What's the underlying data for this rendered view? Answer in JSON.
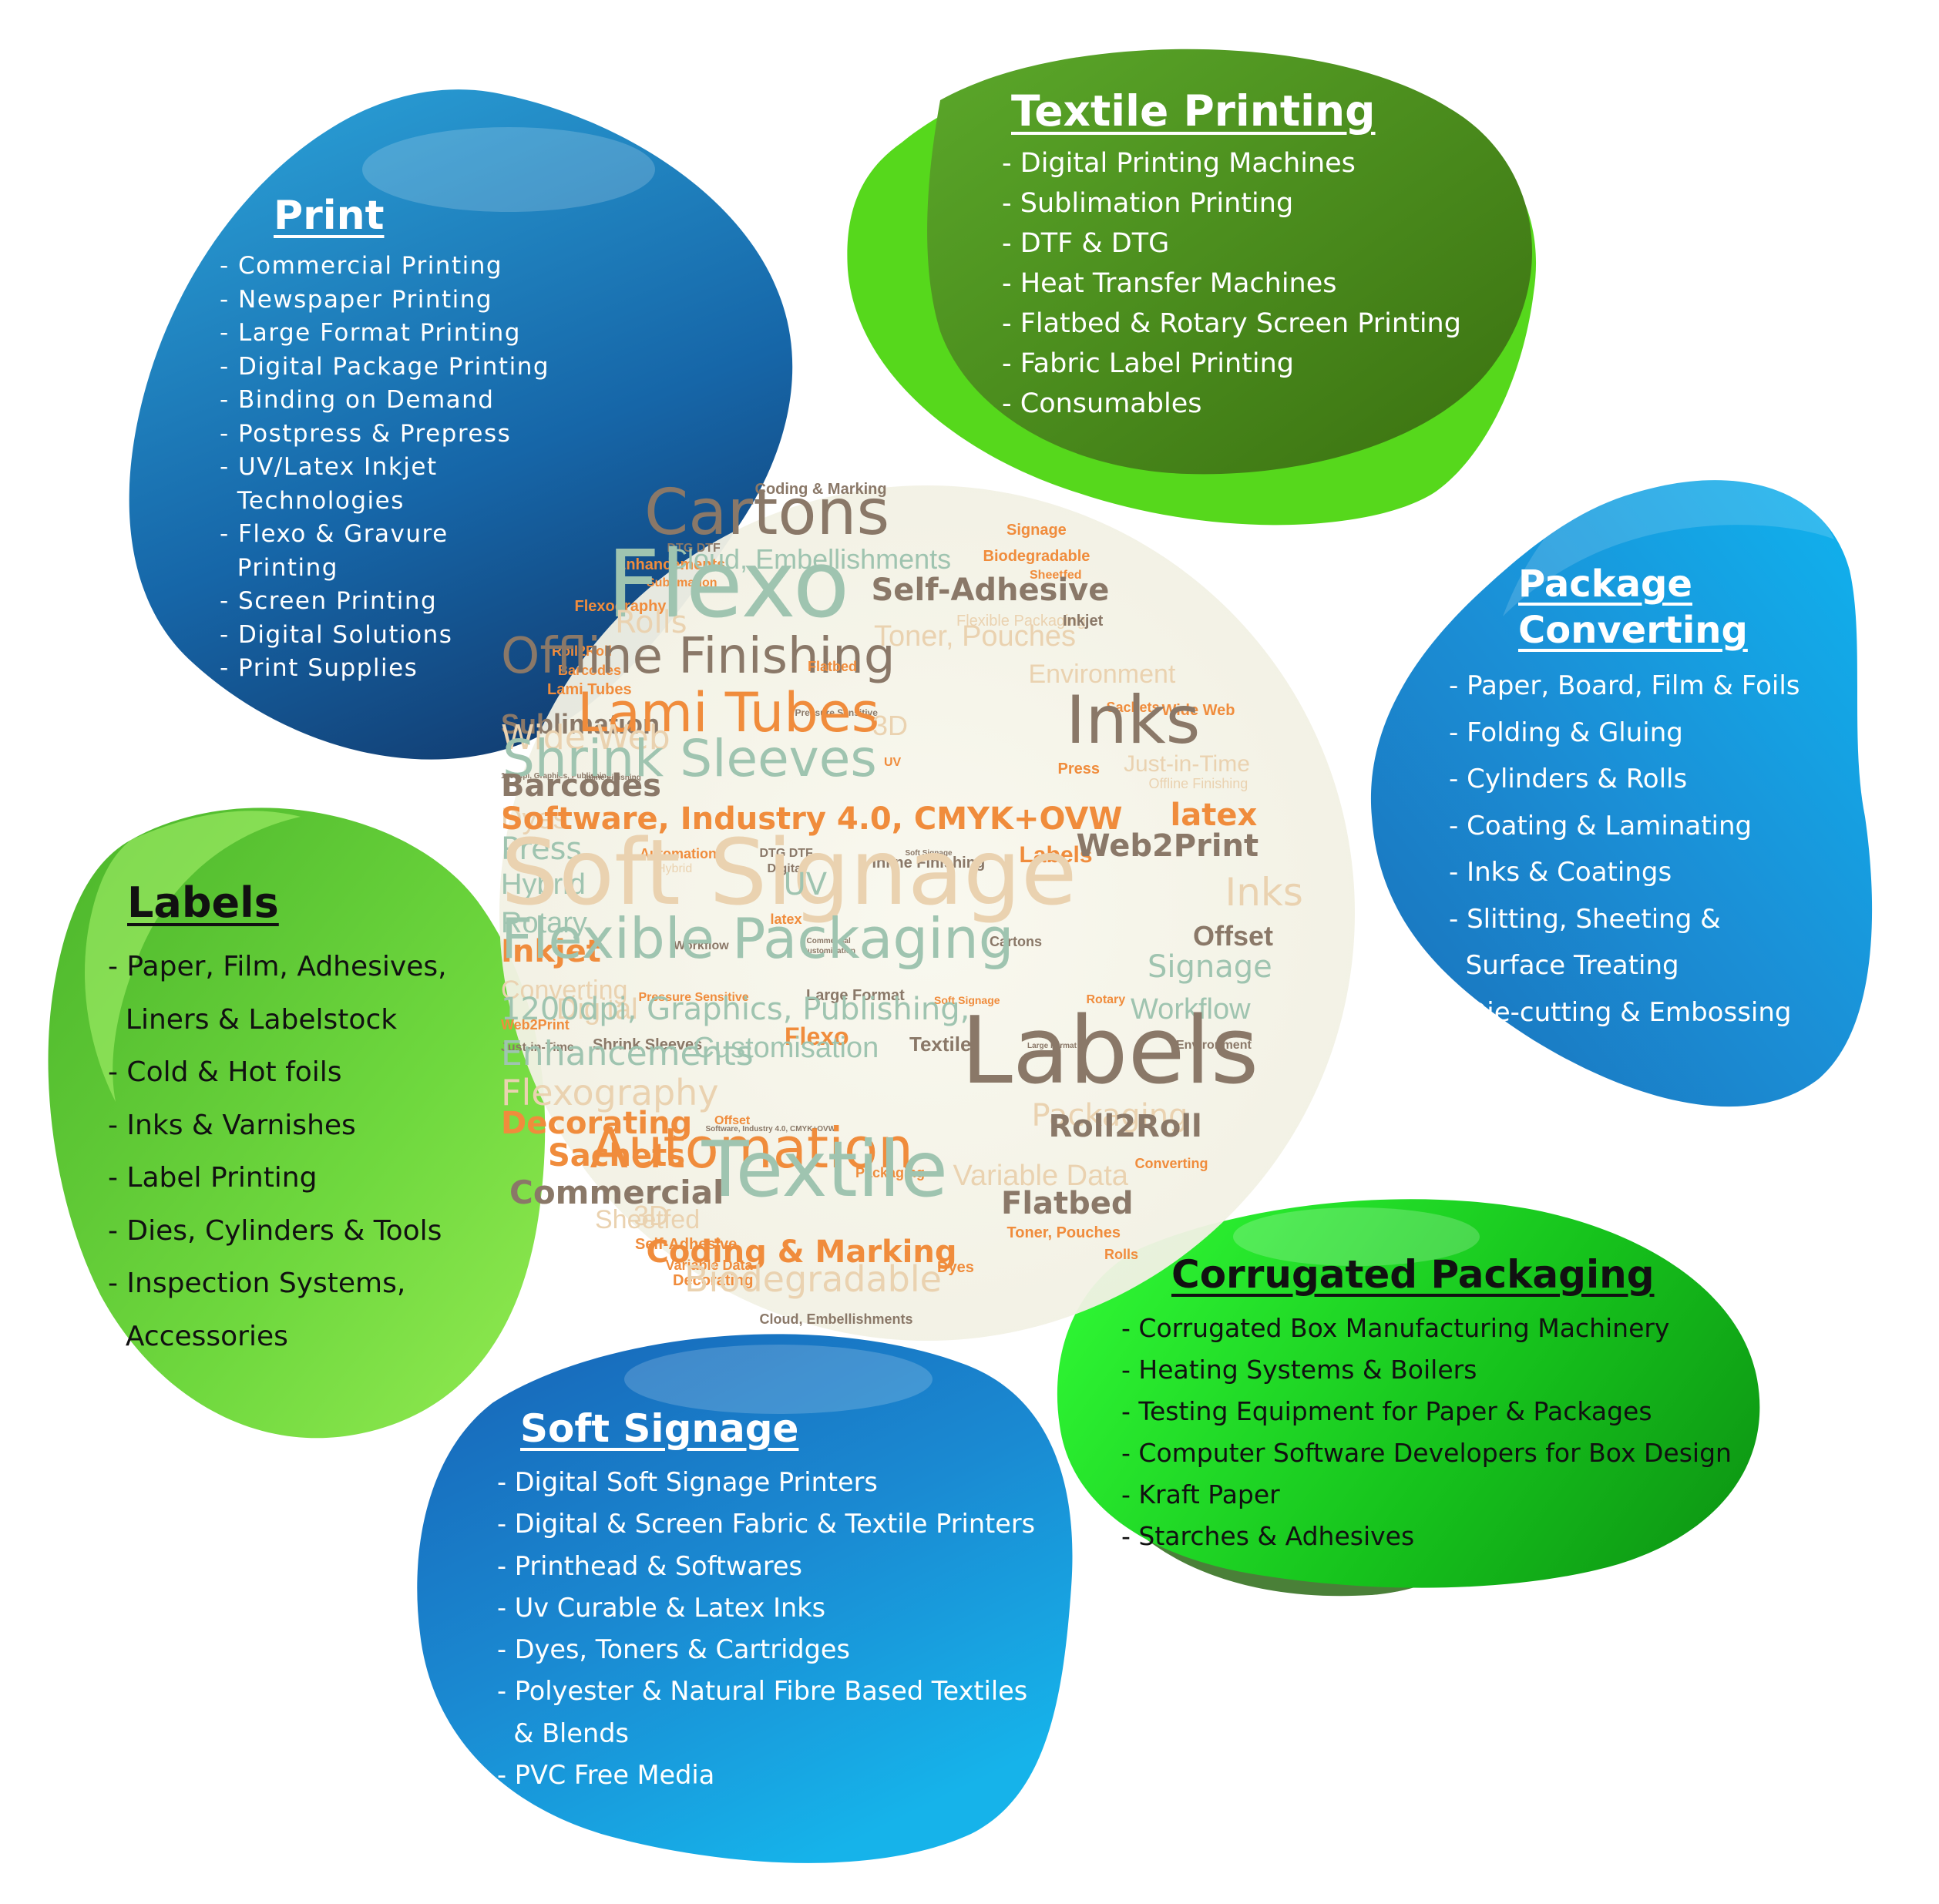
{
  "colors": {
    "blue_light": "#36b5e6",
    "blue_mid": "#1a7fc4",
    "blue_dark": "#14467a",
    "green_light": "#8ee846",
    "green_bright": "#2fe236",
    "green_dark": "#3f7d14",
    "cloud_bg": "#f7f6ec",
    "word_green": "#9fc4b0",
    "word_orange": "#f08c3c",
    "word_brown": "#8a7868",
    "word_tan": "#ead2b0"
  },
  "panels": {
    "print": {
      "title": "Print",
      "items": [
        "- Commercial Printing",
        "- Newspaper Printing",
        "- Large Format Printing",
        "- Digital Package Printing",
        "- Binding on Demand",
        "- Postpress & Prepress",
        "- UV/Latex Inkjet",
        "  Technologies",
        "- Flexo & Gravure",
        "  Printing",
        "- Screen Printing",
        "- Digital Solutions",
        "- Print Supplies"
      ]
    },
    "textile": {
      "title": "Textile Printing",
      "items": [
        "- Digital Printing Machines",
        "- Sublimation Printing",
        "- DTF & DTG",
        "- Heat Transfer Machines",
        "- Flatbed & Rotary Screen Printing",
        "- Fabric Label Printing",
        "- Consumables"
      ]
    },
    "package": {
      "title_line1": "Package",
      "title_line2": "Converting",
      "items": [
        "- Paper, Board, Film & Foils",
        "- Folding & Gluing",
        "- Cylinders & Rolls",
        "- Coating & Laminating",
        "- Inks & Coatings",
        "- Slitting, Sheeting &",
        "  Surface Treating",
        "- Die-cutting & Embossing"
      ]
    },
    "labels": {
      "title": "Labels",
      "items": [
        "- Paper, Film, Adhesives,",
        "  Liners & Labelstock",
        "- Cold & Hot foils",
        "- Inks & Varnishes",
        "- Label Printing",
        "- Dies, Cylinders & Tools",
        "- Inspection Systems,",
        "  Accessories"
      ]
    },
    "corrugated": {
      "title": "Corrugated Packaging",
      "items": [
        "- Corrugated Box Manufacturing Machinery",
        "- Heating Systems & Boilers",
        "- Testing Equipment for Paper & Packages",
        "- Computer Software Developers for Box Design",
        "- Kraft Paper",
        "- Starches & Adhesives"
      ]
    },
    "soft": {
      "title": "Soft Signage",
      "items": [
        "- Digital Soft Signage Printers",
        "- Digital & Screen Fabric & Textile Printers",
        "- Printhead & Softwares",
        "- Uv Curable & Latex Inks",
        "- Dyes, Toners & Cartridges",
        "- Polyester & Natural Fibre Based Textiles",
        "  & Blends",
        "- PVC Free Media"
      ]
    }
  },
  "word_cloud": [
    {
      "text": "Coding & Marking",
      "color": "word_brown",
      "size": 20
    },
    {
      "text": "Cartons",
      "color": "word_brown",
      "size": 82
    },
    {
      "text": "Signage",
      "color": "word_orange",
      "size": 20
    },
    {
      "text": "DTG DTF",
      "color": "word_brown",
      "size": 16
    },
    {
      "text": "Enhancements",
      "color": "word_orange",
      "size": 20
    },
    {
      "text": "Cloud, Embellishments",
      "color": "word_green",
      "size": 36
    },
    {
      "text": "Biodegradable",
      "color": "word_orange",
      "size": 20
    },
    {
      "text": "Sublimation",
      "color": "word_orange",
      "size": 16
    },
    {
      "text": "Sheetfed",
      "color": "word_orange",
      "size": 16
    },
    {
      "text": "Flexography",
      "color": "word_orange",
      "size": 20
    },
    {
      "text": "Flexo",
      "color": "word_green",
      "size": 120
    },
    {
      "text": "Self-Adhesive",
      "color": "word_brown",
      "size": 40
    },
    {
      "text": "Flexible Packaging",
      "color": "word_tan",
      "size": 20
    },
    {
      "text": "Inkjet",
      "color": "word_brown",
      "size": 20
    },
    {
      "text": "Rolls",
      "color": "word_tan",
      "size": 40
    },
    {
      "text": "Toner, Pouches",
      "color": "word_tan",
      "size": 38
    },
    {
      "text": "Roll2Roll",
      "color": "word_orange",
      "size": 18
    },
    {
      "text": "Barcodes",
      "color": "word_orange",
      "size": 18
    },
    {
      "text": "Offline Finishing",
      "color": "word_brown",
      "size": 64
    },
    {
      "text": "Flatbed",
      "color": "word_orange",
      "size": 18
    },
    {
      "text": "Environment",
      "color": "word_tan",
      "size": 34
    },
    {
      "text": "Lami Tubes",
      "color": "word_orange",
      "size": 20
    },
    {
      "text": "Sublimation",
      "color": "word_brown",
      "size": 36
    },
    {
      "text": "Sachets",
      "color": "word_orange",
      "size": 18
    },
    {
      "text": "Wide Web",
      "color": "word_orange",
      "size": 20
    },
    {
      "text": "Pressure Sensitive",
      "color": "word_brown",
      "size": 12
    },
    {
      "text": "Lami Tubes",
      "color": "word_orange",
      "size": 70
    },
    {
      "text": "3D",
      "color": "word_tan",
      "size": 36
    },
    {
      "text": "Inks",
      "color": "word_brown",
      "size": 86
    },
    {
      "text": "Wide Web",
      "color": "word_tan",
      "size": 44
    },
    {
      "text": "UV",
      "color": "word_orange",
      "size": 16
    },
    {
      "text": "Just-in-Time",
      "color": "word_tan",
      "size": 30
    },
    {
      "text": "1200dpi, Graphics, Publishing,",
      "color": "word_brown",
      "size": 10
    },
    {
      "text": "Inline Finishing",
      "color": "word_brown",
      "size": 10
    },
    {
      "text": "Press",
      "color": "word_orange",
      "size": 20
    },
    {
      "text": "Shrink Sleeves",
      "color": "word_green",
      "size": 66
    },
    {
      "text": "Offline Finishing",
      "color": "word_tan",
      "size": 18
    },
    {
      "text": "Barcodes",
      "color": "word_brown",
      "size": 40
    },
    {
      "text": "Dyes",
      "color": "word_tan",
      "size": 38
    },
    {
      "text": "Software, Industry 4.0, CMYK+OVW",
      "color": "word_orange",
      "size": 40
    },
    {
      "text": "latex",
      "color": "word_orange",
      "size": 40
    },
    {
      "text": "Press",
      "color": "word_green",
      "size": 40
    },
    {
      "text": "Automation",
      "color": "word_orange",
      "size": 18
    },
    {
      "text": "DTG DTF",
      "color": "word_brown",
      "size": 16
    },
    {
      "text": "Soft Signage",
      "color": "word_brown",
      "size": 10
    },
    {
      "text": "Inline Finishing",
      "color": "word_brown",
      "size": 20
    },
    {
      "text": "Labels",
      "color": "word_orange",
      "size": 30
    },
    {
      "text": "Web2Print",
      "color": "word_brown",
      "size": 40
    },
    {
      "text": "Hybrid",
      "color": "word_tan",
      "size": 16
    },
    {
      "text": "Digital",
      "color": "word_brown",
      "size": 16
    },
    {
      "text": "Hybrid",
      "color": "word_green",
      "size": 38
    },
    {
      "text": "Soft Signage",
      "color": "word_tan",
      "size": 118
    },
    {
      "text": "UV",
      "color": "word_green",
      "size": 40
    },
    {
      "text": "latex",
      "color": "word_orange",
      "size": 18
    },
    {
      "text": "Inks",
      "color": "word_tan",
      "size": 50
    },
    {
      "text": "Rotary",
      "color": "word_green",
      "size": 38
    },
    {
      "text": "Commercial",
      "color": "word_brown",
      "size": 10
    },
    {
      "text": "Customisation",
      "color": "word_brown",
      "size": 10
    },
    {
      "text": "Cartons",
      "color": "word_brown",
      "size": 18
    },
    {
      "text": "Offset",
      "color": "word_brown",
      "size": 36
    },
    {
      "text": "Inkjet",
      "color": "word_orange",
      "size": 40
    },
    {
      "text": "Workflow",
      "color": "word_brown",
      "size": 16
    },
    {
      "text": "Flexible Packaging",
      "color": "word_green",
      "size": 72
    },
    {
      "text": "Signage",
      "color": "word_green",
      "size": 40
    },
    {
      "text": "Converting",
      "color": "word_tan",
      "size": 34
    },
    {
      "text": "Pressure Sensitive",
      "color": "word_orange",
      "size": 16
    },
    {
      "text": "Large Format",
      "color": "word_brown",
      "size": 20
    },
    {
      "text": "Soft Signage",
      "color": "word_orange",
      "size": 14
    },
    {
      "text": "Rotary",
      "color": "word_orange",
      "size": 16
    },
    {
      "text": "Web2Print",
      "color": "word_orange",
      "size": 18
    },
    {
      "text": "Digital",
      "color": "word_tan",
      "size": 38
    },
    {
      "text": "1200dpi, Graphics, Publishing,",
      "color": "word_green",
      "size": 40
    },
    {
      "text": "Workflow",
      "color": "word_green",
      "size": 38
    },
    {
      "text": "Just-in-Time",
      "color": "word_brown",
      "size": 16
    },
    {
      "text": "Shrink Sleeves",
      "color": "word_brown",
      "size": 20
    },
    {
      "text": "Flexo",
      "color": "word_orange",
      "size": 32
    },
    {
      "text": "Textile",
      "color": "word_brown",
      "size": 26
    },
    {
      "text": "Large Format",
      "color": "word_brown",
      "size": 10
    },
    {
      "text": "Environment",
      "color": "word_brown",
      "size": 16
    },
    {
      "text": "Enhancements",
      "color": "word_green",
      "size": 44
    },
    {
      "text": "Labels",
      "color": "word_brown",
      "size": 120
    },
    {
      "text": "Flexography",
      "color": "word_tan",
      "size": 46
    },
    {
      "text": "Customisation",
      "color": "word_green",
      "size": 38
    },
    {
      "text": "Packaging",
      "color": "word_tan",
      "size": 40
    },
    {
      "text": "Offset",
      "color": "word_orange",
      "size": 16
    },
    {
      "text": "Software, Industry 4.0, CMYK+OVW",
      "color": "word_brown",
      "size": 10
    },
    {
      "text": "Decorating",
      "color": "word_orange",
      "size": 40
    },
    {
      "text": "Automation",
      "color": "word_orange",
      "size": 72
    },
    {
      "text": "Roll2Roll",
      "color": "word_brown",
      "size": 40
    },
    {
      "text": "Sachets",
      "color": "word_orange",
      "size": 40
    },
    {
      "text": "Converting",
      "color": "word_orange",
      "size": 18
    },
    {
      "text": "Packaging",
      "color": "word_orange",
      "size": 18
    },
    {
      "text": "Variable Data",
      "color": "word_tan",
      "size": 38
    },
    {
      "text": "Commercial",
      "color": "word_brown",
      "size": 42
    },
    {
      "text": "Textile",
      "color": "word_green",
      "size": 100
    },
    {
      "text": "3D",
      "color": "word_tan",
      "size": 36
    },
    {
      "text": "Sheetfed",
      "color": "word_tan",
      "size": 34
    },
    {
      "text": "Flatbed",
      "color": "word_brown",
      "size": 40
    },
    {
      "text": "Toner, Pouches",
      "color": "word_orange",
      "size": 20
    },
    {
      "text": "Self-Adhesive",
      "color": "word_orange",
      "size": 20
    },
    {
      "text": "Coding & Marking",
      "color": "word_orange",
      "size": 40
    },
    {
      "text": "Variable Data",
      "color": "word_orange",
      "size": 18
    },
    {
      "text": "Rolls",
      "color": "word_orange",
      "size": 18
    },
    {
      "text": "Decorating",
      "color": "word_orange",
      "size": 20
    },
    {
      "text": "Dyes",
      "color": "word_orange",
      "size": 20
    },
    {
      "text": "Biodegradable",
      "color": "word_tan",
      "size": 46
    },
    {
      "text": "Cloud, Embellishments",
      "color": "word_brown",
      "size": 18
    }
  ]
}
